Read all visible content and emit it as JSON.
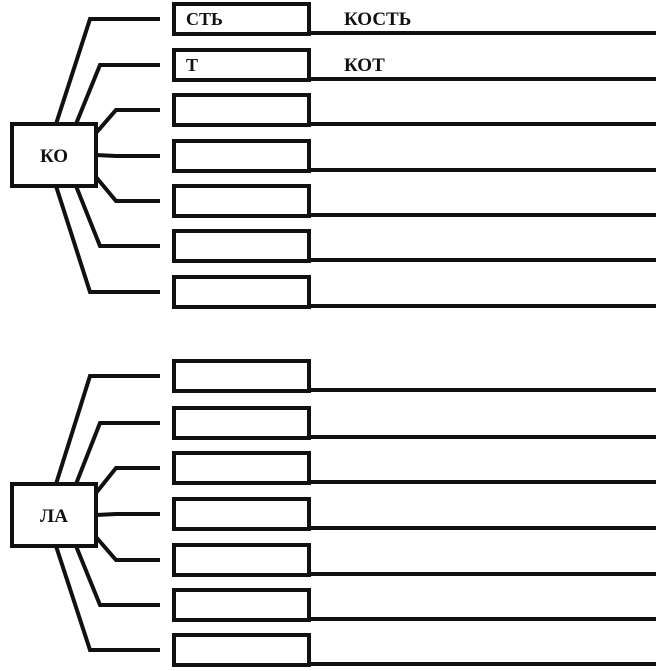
{
  "colors": {
    "ink": "#111111",
    "background": "#ffffff"
  },
  "groups": [
    {
      "root": "КО",
      "rows": [
        {
          "ending": "СТЬ",
          "word": "КОСТЬ"
        },
        {
          "ending": "Т",
          "word": "КОТ"
        },
        {
          "ending": "",
          "word": ""
        },
        {
          "ending": "",
          "word": ""
        },
        {
          "ending": "",
          "word": ""
        },
        {
          "ending": "",
          "word": ""
        },
        {
          "ending": "",
          "word": ""
        }
      ]
    },
    {
      "root": "ЛА",
      "rows": [
        {
          "ending": "",
          "word": ""
        },
        {
          "ending": "",
          "word": ""
        },
        {
          "ending": "",
          "word": ""
        },
        {
          "ending": "",
          "word": ""
        },
        {
          "ending": "",
          "word": ""
        },
        {
          "ending": "",
          "word": ""
        },
        {
          "ending": "",
          "word": ""
        }
      ]
    }
  ]
}
